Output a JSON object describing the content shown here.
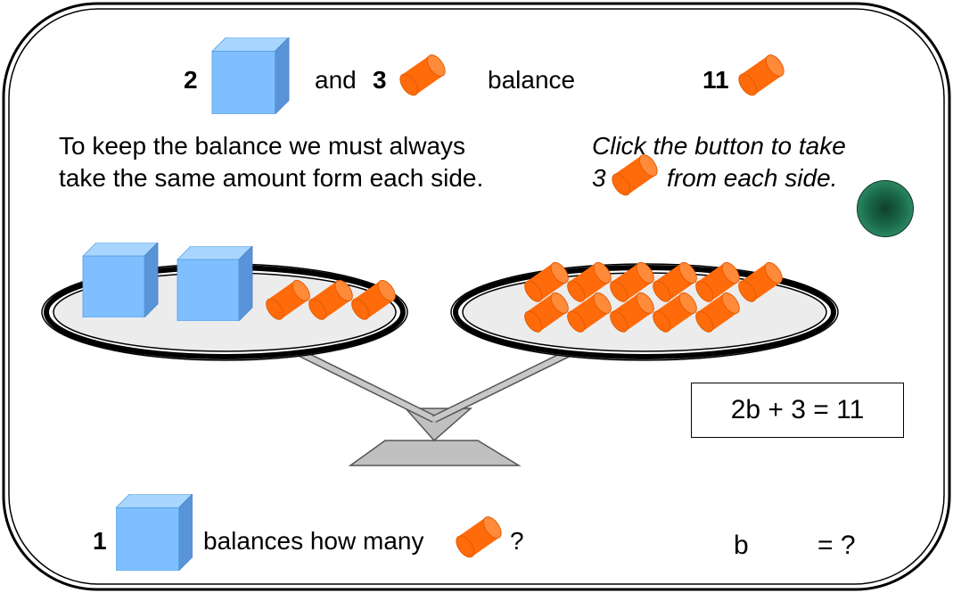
{
  "top_line": {
    "count_cubes": "2",
    "and_label": "and",
    "count_cyl": "3",
    "balance_label": "balance",
    "count_right": "11"
  },
  "instructions": {
    "line1": "To keep the balance we must always",
    "line2": "take the same amount form each side."
  },
  "hint": {
    "line1": "Click the button to take",
    "line2_prefix": "3",
    "line2_suffix": "from each side."
  },
  "equation": "2b + 3 = 11",
  "bottom_question": {
    "count": "1",
    "text": "balances how many",
    "qmark": "?"
  },
  "answer": {
    "var": "b",
    "equals": "= ?"
  },
  "icons": {
    "cube": "blue-cube-icon",
    "cylinder": "orange-cylinder-icon",
    "button": "green-round-button"
  },
  "colors": {
    "cube_front": "#7fbfff",
    "cylinder": "#ff6a0a",
    "button": "#1a6a4a"
  }
}
